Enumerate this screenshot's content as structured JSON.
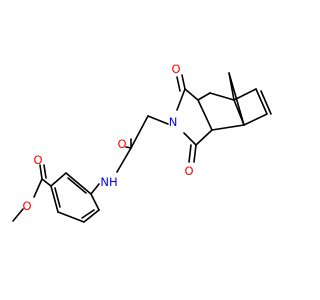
{
  "molecule": {
    "atoms": {
      "carbonyl_oxygen_top": "O",
      "carbonyl_oxygen_bottom": "O",
      "imide_nitrogen": "N",
      "amide_oxygen": "O",
      "amide_nh": "NH",
      "ester_carbonyl_oxygen": "O",
      "ester_ether_oxygen": "O"
    },
    "colors": {
      "oxygen": "#ff0000",
      "nitrogen": "#0000ff",
      "bond": "#000000",
      "background": "#ffffff"
    }
  }
}
